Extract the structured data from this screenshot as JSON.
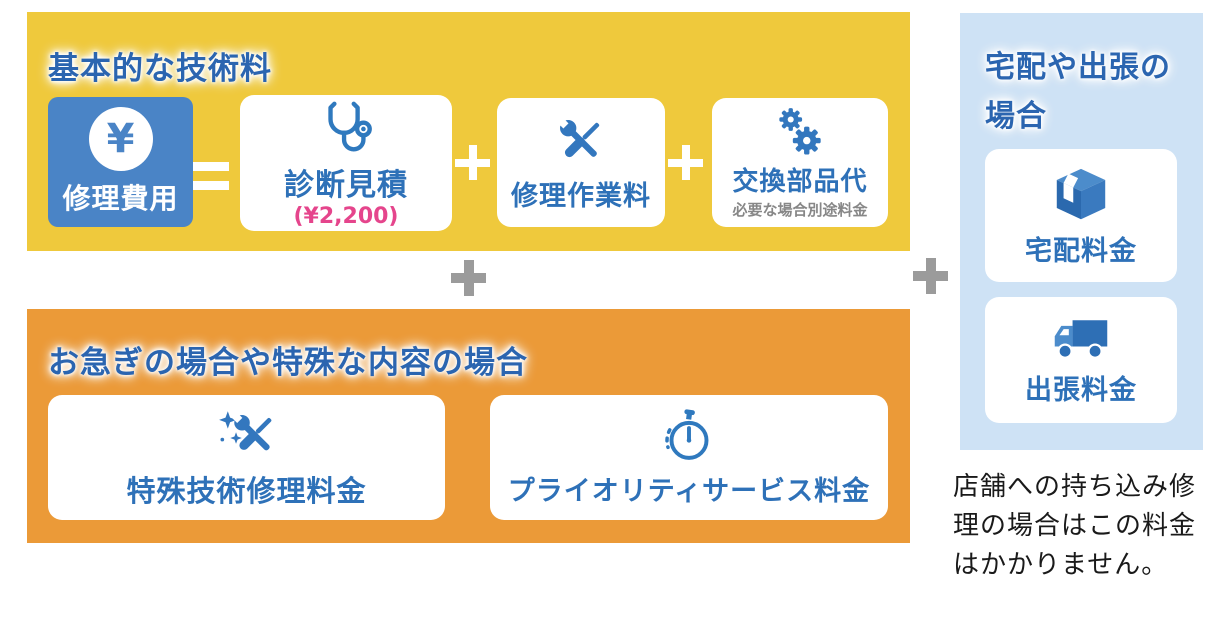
{
  "colors": {
    "yellow_bg": "#EFC93C",
    "orange_bg": "#EB9A38",
    "light_blue_bg": "#CEE2F5",
    "card_bg": "#FFFFFF",
    "deep_blue_box": "#4A84C6",
    "title_blue": "#2B65B0",
    "label_blue": "#2E71B8",
    "icon_blue": "#3377BE",
    "price_pink": "#E5458C",
    "plus_gray": "#9B9B9B",
    "sublabel_gray": "#878787",
    "note_black": "#1A1A1A"
  },
  "basic": {
    "title": "基本的な技術料",
    "result": {
      "label": "修理費用",
      "yen_symbol": "¥",
      "icon": "yen-icon"
    },
    "items": [
      {
        "label": "診断見積",
        "price": "(¥2,200)",
        "icon": "stethoscope-icon"
      },
      {
        "label": "修理作業料",
        "icon": "wrench-screwdriver-icon"
      },
      {
        "label": "交換部品代",
        "sublabel": "必要な場合別途料金",
        "icon": "gears-icon"
      }
    ]
  },
  "rush": {
    "title": "お急ぎの場合や特殊な内容の場合",
    "items": [
      {
        "label": "特殊技術修理料金",
        "icon": "sparkle-wrench-icon"
      },
      {
        "label": "プライオリティサービス料金",
        "icon": "stopwatch-icon"
      }
    ]
  },
  "delivery": {
    "title": "宅配や出張の場合",
    "title_lines": [
      "宅配や出張の",
      "場合"
    ],
    "items": [
      {
        "label": "宅配料金",
        "icon": "package-icon"
      },
      {
        "label": "出張料金",
        "icon": "truck-icon"
      }
    ],
    "note": "店舗への持ち込み修理の場合はこの料金はかかりません。",
    "note_lines": [
      "店舗への持ち込み修",
      "理の場合はこの料金",
      "はかかりません。"
    ]
  }
}
